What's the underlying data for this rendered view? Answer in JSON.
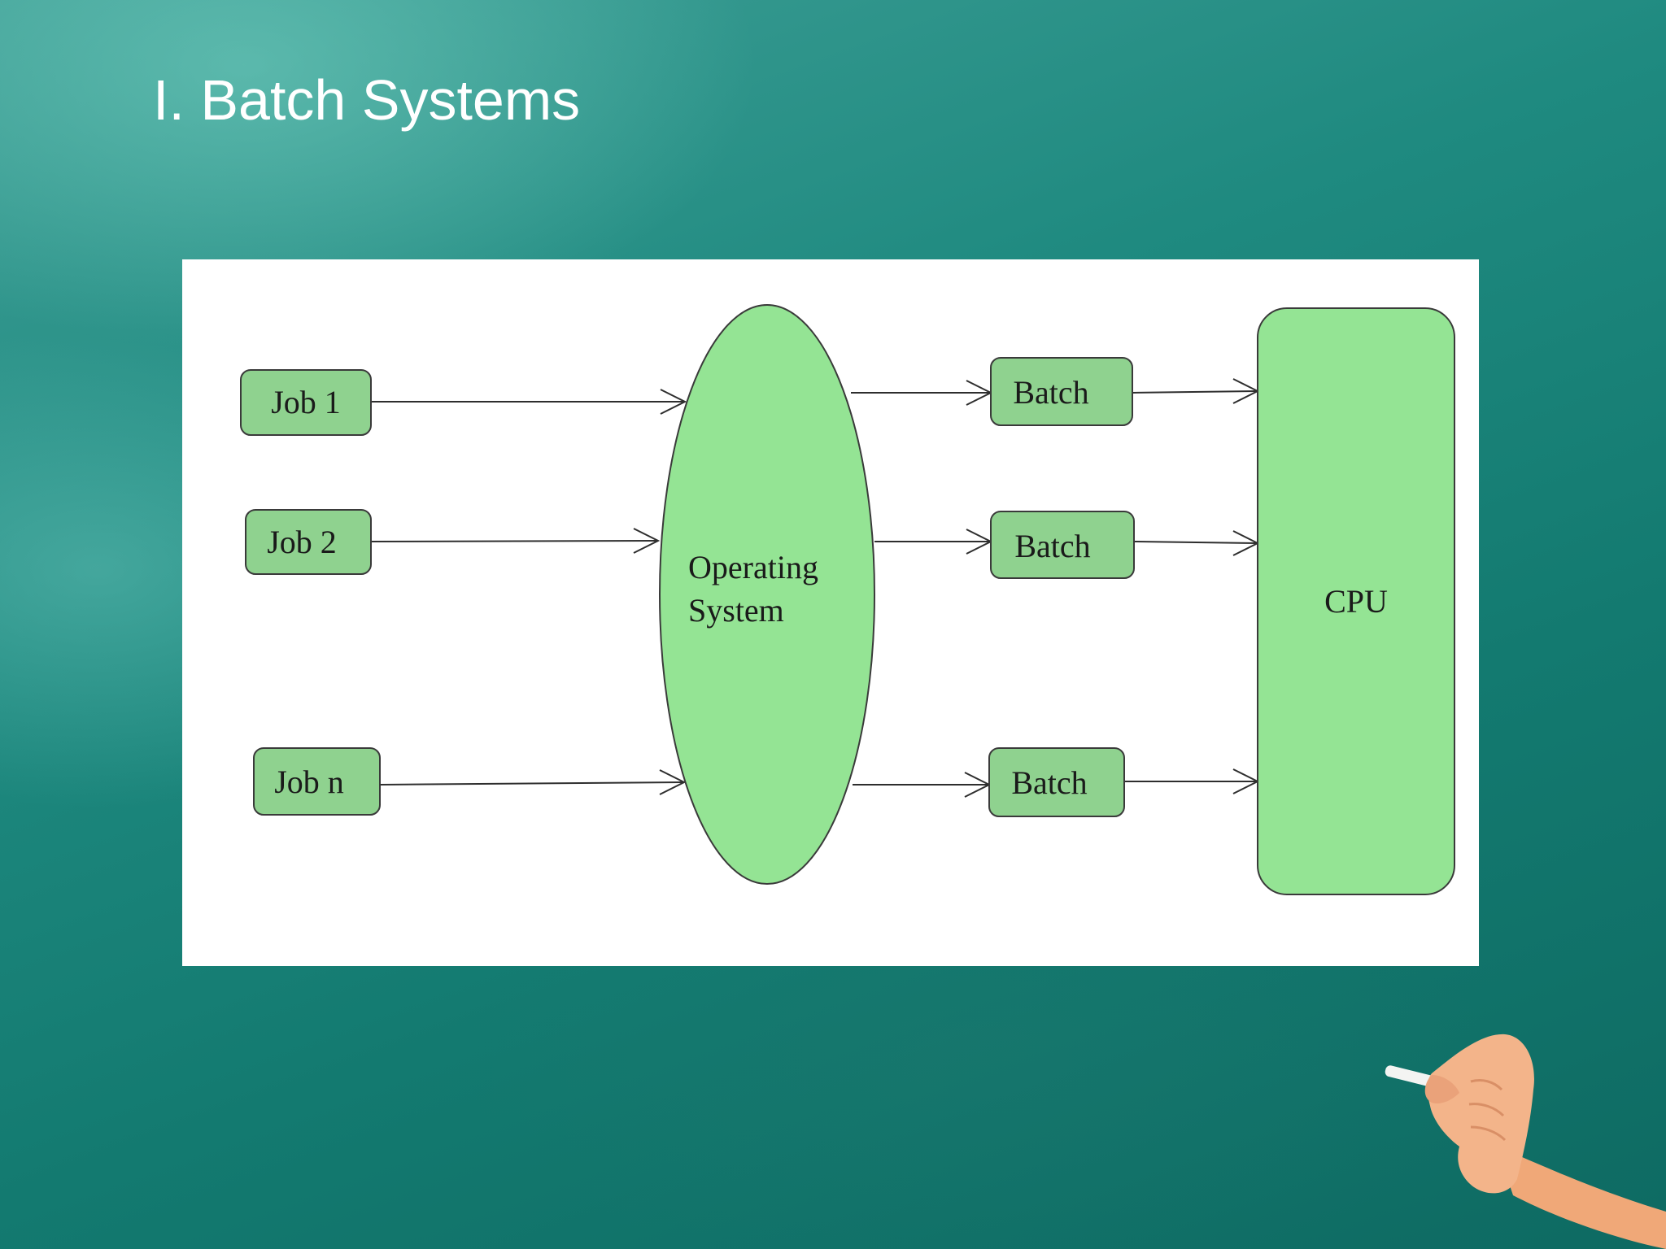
{
  "slide": {
    "title": "I. Batch Systems"
  },
  "diagram": {
    "jobs": [
      {
        "label": "Job 1"
      },
      {
        "label": "Job 2"
      },
      {
        "label": "Job n"
      }
    ],
    "operating_system": {
      "line1": "Operating",
      "line2": "System"
    },
    "batches": [
      {
        "label": "Batch"
      },
      {
        "label": "Batch"
      },
      {
        "label": "Batch"
      }
    ],
    "cpu": {
      "label": "CPU"
    },
    "colors": {
      "node_fill": "#8fd28f",
      "big_node_fill": "#94e494",
      "stroke": "#3a3a3a",
      "background": "#1f8a80"
    }
  },
  "decor": {
    "hand_icon": "hand-holding-chalk-icon"
  }
}
